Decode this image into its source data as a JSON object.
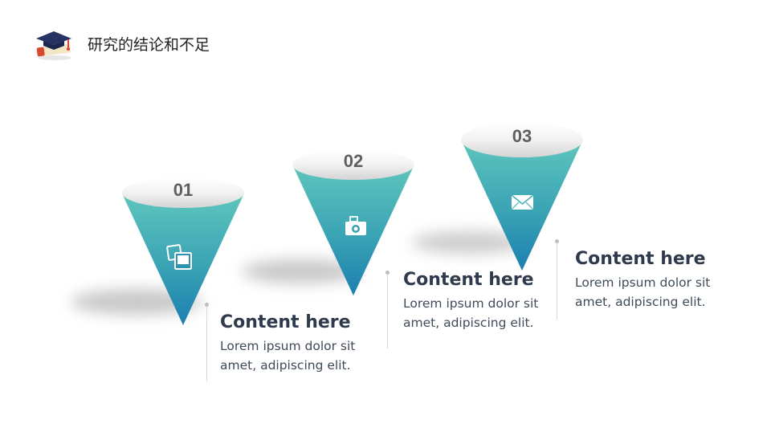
{
  "header": {
    "title": "研究的结论和不足",
    "logo_icon": "graduation-cap-icon"
  },
  "colors": {
    "cone_top": "#5ec6bd",
    "cone_bottom": "#1c7fb0",
    "cap_top": "#ffffff",
    "cap_bottom": "#d4d4d4",
    "heading": "#2f3a4d",
    "body": "#3f4a5a"
  },
  "items": [
    {
      "number": "01",
      "icon": "photos-icon",
      "heading": "Content here",
      "body": "Lorem ipsum dolor sit amet, adipiscing elit."
    },
    {
      "number": "02",
      "icon": "camera-icon",
      "heading": "Content here",
      "body": "Lorem ipsum dolor sit amet, adipiscing elit."
    },
    {
      "number": "03",
      "icon": "envelope-icon",
      "heading": "Content here",
      "body": "Lorem ipsum dolor sit amet, adipiscing elit."
    }
  ]
}
